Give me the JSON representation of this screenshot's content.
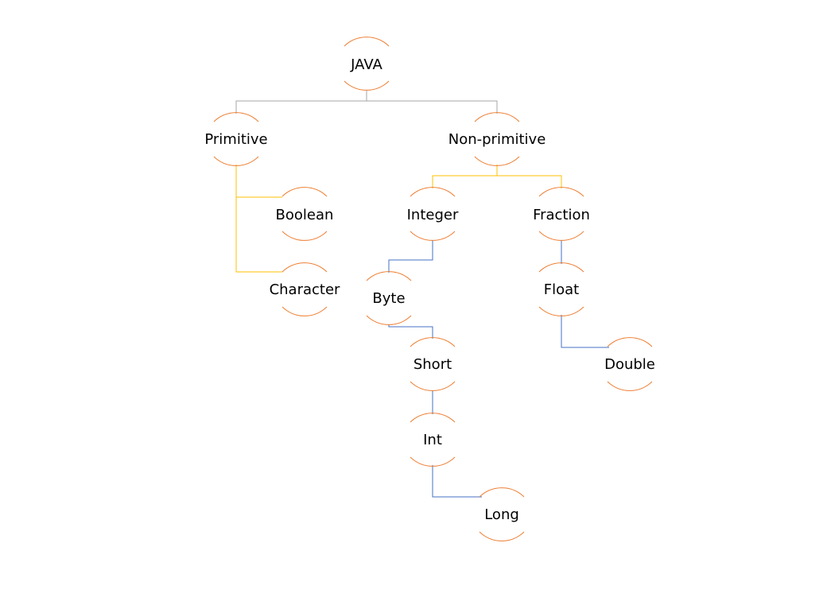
{
  "colors": {
    "node_arc": "#ed7d31",
    "root_connector": "#a5a5a5",
    "level1_connector": "#ffc000",
    "level2_connector": "#4472c4",
    "label": "#000000",
    "background": "#ffffff"
  },
  "nodes": {
    "java": "JAVA",
    "primitive": "Primitive",
    "non_primitive": "Non-primitive",
    "boolean": "Boolean",
    "character": "Character",
    "integer": "Integer",
    "fraction": "Fraction",
    "byte": "Byte",
    "float": "Float",
    "short": "Short",
    "double": "Double",
    "int": "Int",
    "long": "Long"
  },
  "edges": [
    {
      "from": "java",
      "to": "primitive"
    },
    {
      "from": "java",
      "to": "non_primitive"
    },
    {
      "from": "primitive",
      "to": "boolean"
    },
    {
      "from": "primitive",
      "to": "character"
    },
    {
      "from": "non_primitive",
      "to": "integer"
    },
    {
      "from": "non_primitive",
      "to": "fraction"
    },
    {
      "from": "integer",
      "to": "byte"
    },
    {
      "from": "byte",
      "to": "short"
    },
    {
      "from": "short",
      "to": "int"
    },
    {
      "from": "int",
      "to": "long"
    },
    {
      "from": "fraction",
      "to": "float"
    },
    {
      "from": "float",
      "to": "double"
    }
  ]
}
